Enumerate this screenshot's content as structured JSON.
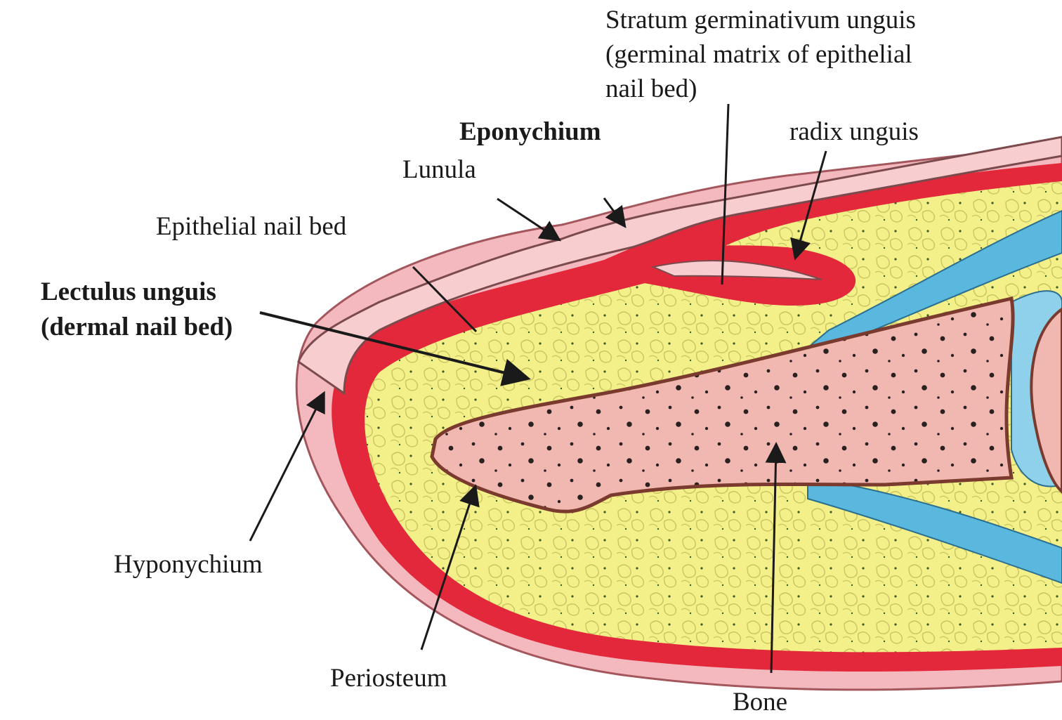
{
  "labels": {
    "stratum_line1": "Stratum germinativum unguis",
    "stratum_line2": "(germinal matrix of epithelial",
    "stratum_line3": "nail bed)",
    "eponychium": "Eponychium",
    "radix": "radix unguis",
    "lunula": "Lunula",
    "epithelial": "Epithelial nail bed",
    "lectulus_line1": "Lectulus unguis",
    "lectulus_line2": "(dermal nail bed)",
    "hyponychium": "Hyponychium",
    "periosteum": "Periosteum",
    "bone": "Bone"
  },
  "colors": {
    "skin": "#f4b9bf",
    "dermis_red": "#e2283a",
    "fat": "#f3f08a",
    "bone": "#f1b8b2",
    "bone_outline": "#7a3a2e",
    "tendon": "#5ab8de",
    "nail_plate": "#f7cdd0",
    "ink": "#1a1a1a"
  }
}
